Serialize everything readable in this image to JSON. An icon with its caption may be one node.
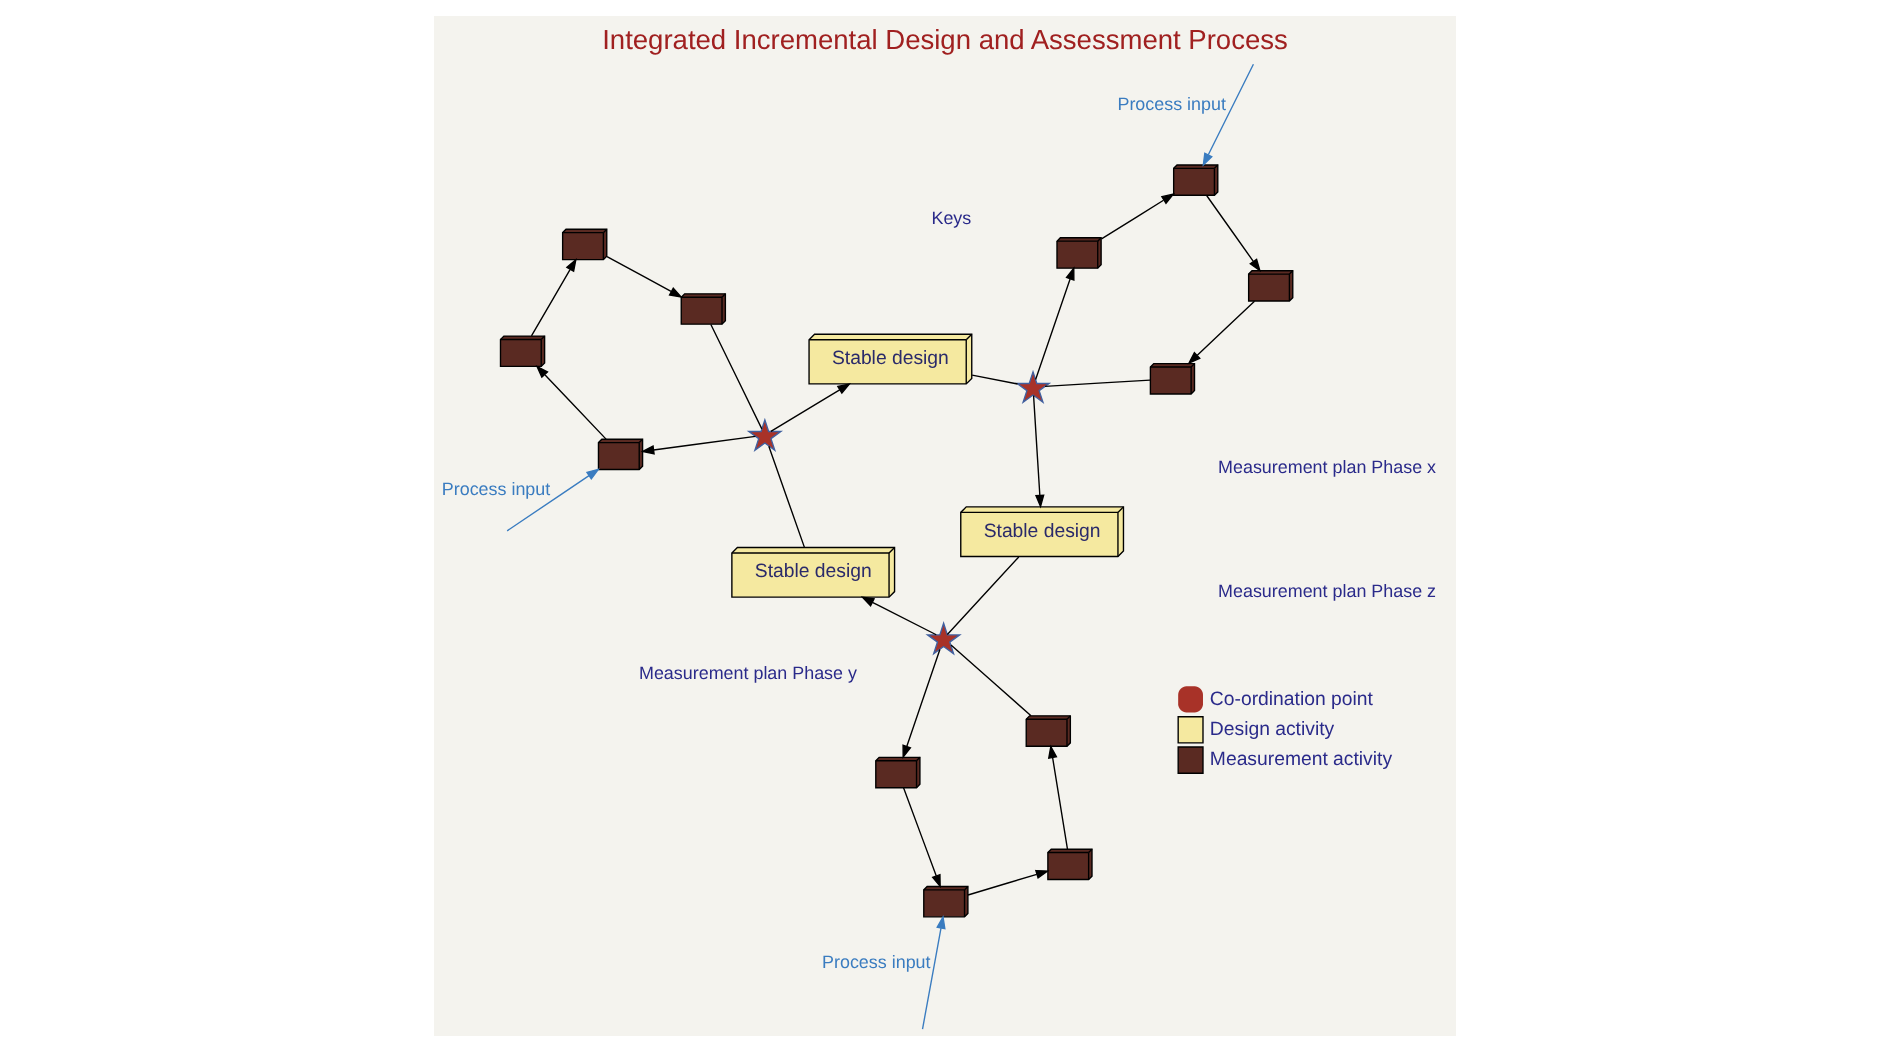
{
  "diagram": {
    "title": "Integrated Incremental Design and Assessment Process",
    "nodes": [
      {
        "text": [
          "Stable design"
        ]
      },
      {
        "text": [
          "Stable design"
        ]
      },
      {
        "text": [
          "Stable design"
        ]
      },
      {
        "text": [],
        "shape": "star"
      },
      {
        "text": [],
        "shape": "star"
      },
      {
        "text": [],
        "shape": "star"
      },
      {
        "text": [],
        "shape": "box"
      },
      {
        "text": [],
        "shape": "box"
      },
      {
        "text": [],
        "shape": "box"
      },
      {
        "text": [],
        "shape": "box"
      },
      {
        "text": [],
        "shape": "box"
      },
      {
        "text": [],
        "shape": "box"
      },
      {
        "text": [],
        "shape": "box"
      },
      {
        "text": [],
        "shape": "box"
      },
      {
        "text": [],
        "shape": "box"
      },
      {
        "text": [],
        "shape": "box"
      },
      {
        "text": [],
        "shape": "box"
      },
      {
        "text": [],
        "shape": "box"
      }
    ],
    "edges": [
      {
        "from": 0,
        "to": 4,
        "arrow": "none"
      },
      {
        "from": 4,
        "to": 10,
        "arrow": "to"
      },
      {
        "from": 10,
        "to": 11,
        "arrow": "to"
      },
      {
        "from": 11,
        "to": 12,
        "arrow": "to"
      },
      {
        "from": 12,
        "to": 13,
        "arrow": "to"
      },
      {
        "from": 13,
        "to": 4,
        "arrow": "none"
      },
      {
        "from": 4,
        "to": 2,
        "arrow": "to"
      },
      {
        "from": 2,
        "to": 5,
        "arrow": "none"
      },
      {
        "from": 5,
        "to": 15,
        "arrow": "to"
      },
      {
        "from": 15,
        "to": 17,
        "arrow": "to"
      },
      {
        "from": 17,
        "to": 16,
        "arrow": "to"
      },
      {
        "from": 16,
        "to": 14,
        "arrow": "to"
      },
      {
        "from": 14,
        "to": 5,
        "arrow": "none"
      },
      {
        "from": 5,
        "to": 1,
        "arrow": "to"
      },
      {
        "from": 1,
        "to": 3,
        "arrow": "none"
      },
      {
        "from": 3,
        "to": 9,
        "arrow": "to"
      },
      {
        "from": 9,
        "to": 8,
        "arrow": "to"
      },
      {
        "from": 8,
        "to": 6,
        "arrow": "to"
      },
      {
        "from": 6,
        "to": 7,
        "arrow": "to"
      },
      {
        "from": 7,
        "to": 3,
        "arrow": "none"
      },
      {
        "from": 3,
        "to": 0,
        "arrow": "to"
      },
      {
        "from": null,
        "to": 10,
        "arrow": "to",
        "label": "Process input",
        "color": "#3a7cc0"
      },
      {
        "from": null,
        "to": 17,
        "arrow": "to",
        "label": "Process input",
        "color": "#3a7cc0"
      },
      {
        "from": null,
        "to": 8,
        "arrow": "to",
        "label": "Process input",
        "color": "#3a7cc0"
      }
    ],
    "labels": [
      "Measurement plan Phase z",
      "Measurement plan Phase x",
      "Measurement plan Phase y",
      "Keys"
    ],
    "legend": [
      {
        "text": "Co-ordination point"
      },
      {
        "text": "Design activity",
        "color": "#f5e9a0"
      },
      {
        "text": "Measurement activity",
        "color": "#5a2a22"
      }
    ]
  }
}
